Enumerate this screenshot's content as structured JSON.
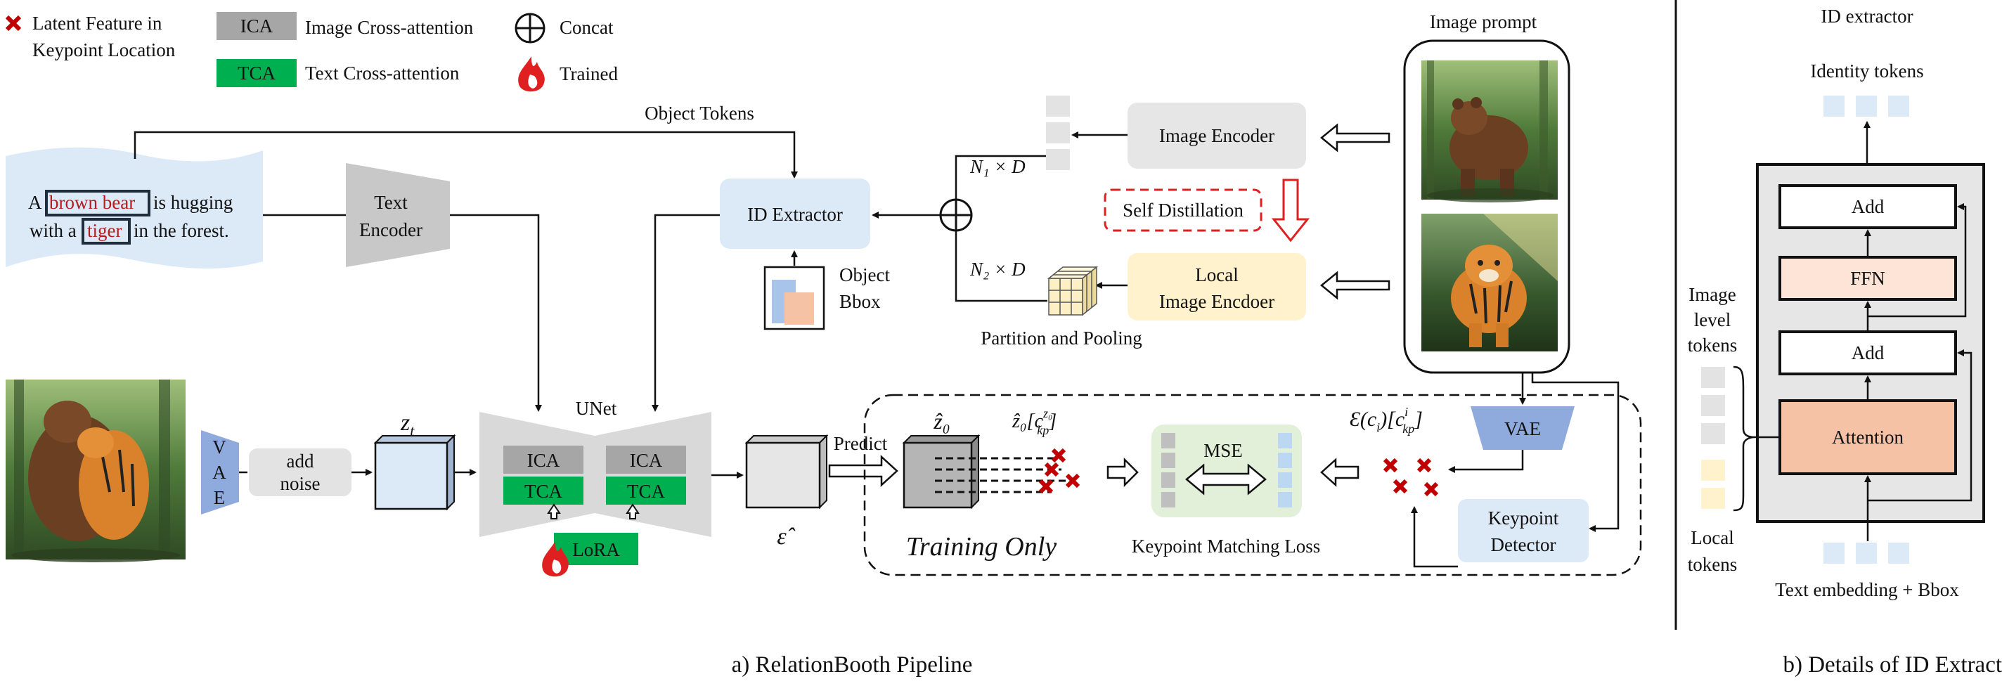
{
  "legend": {
    "latent_feature": "Latent Feature in",
    "latent_feature_2": "Keypoint Location",
    "ica_abbr": "ICA",
    "ica_label": "Image Cross-attention",
    "tca_abbr": "TCA",
    "tca_label": "Text Cross-attention",
    "concat_label": "Concat",
    "trained_label": "Trained"
  },
  "prompt": {
    "line1_a": "A",
    "line1_entity": "brown bear",
    "line1_b": "is hugging",
    "line2_a": "with a",
    "line2_entity": "tiger",
    "line2_b": "in the forest."
  },
  "text_encoder": {
    "line1": "Text",
    "line2": "Encoder"
  },
  "object_tokens": "Object Tokens",
  "id_extractor_label": "ID Extractor",
  "object_bbox": {
    "line1": "Object",
    "line2": "Bbox"
  },
  "n1d": "N₁ × D",
  "n2d": "N₂ × D",
  "image_encoder": "Image Encoder",
  "self_distillation": "Self Distillation",
  "local_encoder": {
    "line1": "Local",
    "line2": "Image Encdoer"
  },
  "partition_pooling": "Partition and Pooling",
  "image_prompt": "Image prompt",
  "vae_left": [
    "V",
    "A",
    "E"
  ],
  "add_noise": {
    "line1": "add",
    "line2": "noise"
  },
  "zt": "z",
  "zt_sub": "t",
  "unet": {
    "label": "UNet",
    "ica": "ICA",
    "tca": "TCA",
    "lora": "LoRA"
  },
  "epsilon_hat": "ε̂",
  "predict": "Predict",
  "z0_hat": "ẑ₀",
  "z0_kp": "ẑ₀[c",
  "z0_kp_sub": "kp",
  "z0_kp_sup": "z₀",
  "training_only": "Training Only",
  "mse": "MSE",
  "keypoint_loss": "Keypoint Matching Loss",
  "eps_ci": "Ɛ(c",
  "eps_ci_rest": ")[c",
  "ci_sub": "i",
  "kp_sub": "kp",
  "vae_right": "VAE",
  "keypoint_detector": {
    "line1": "Keypoint",
    "line2": "Detector"
  },
  "caption_a": "a) RelationBooth Pipeline",
  "id_panel": {
    "title": "ID extractor",
    "identity_tokens": "Identity tokens",
    "add_top": "Add",
    "ffn": "FFN",
    "add_mid": "Add",
    "attention": "Attention",
    "image_level": [
      "Image",
      "level",
      "tokens"
    ],
    "local_tokens": [
      "Local",
      "tokens"
    ],
    "text_bbox": "Text embedding + Bbox"
  },
  "caption_b": "b) Details of ID Extractor",
  "colors": {
    "gray_box": "#e6e6e6",
    "ica_gray": "#a6a6a6",
    "tca_green": "#00b050",
    "light_blue": "#dce9f7",
    "vae_blue": "#8faadc",
    "local_yellow": "#fff2cc",
    "mse_green": "#e2f0d9",
    "ffn_peach": "#fde4d6",
    "attn_peach": "#f6c2a6",
    "red": "#c00000"
  }
}
